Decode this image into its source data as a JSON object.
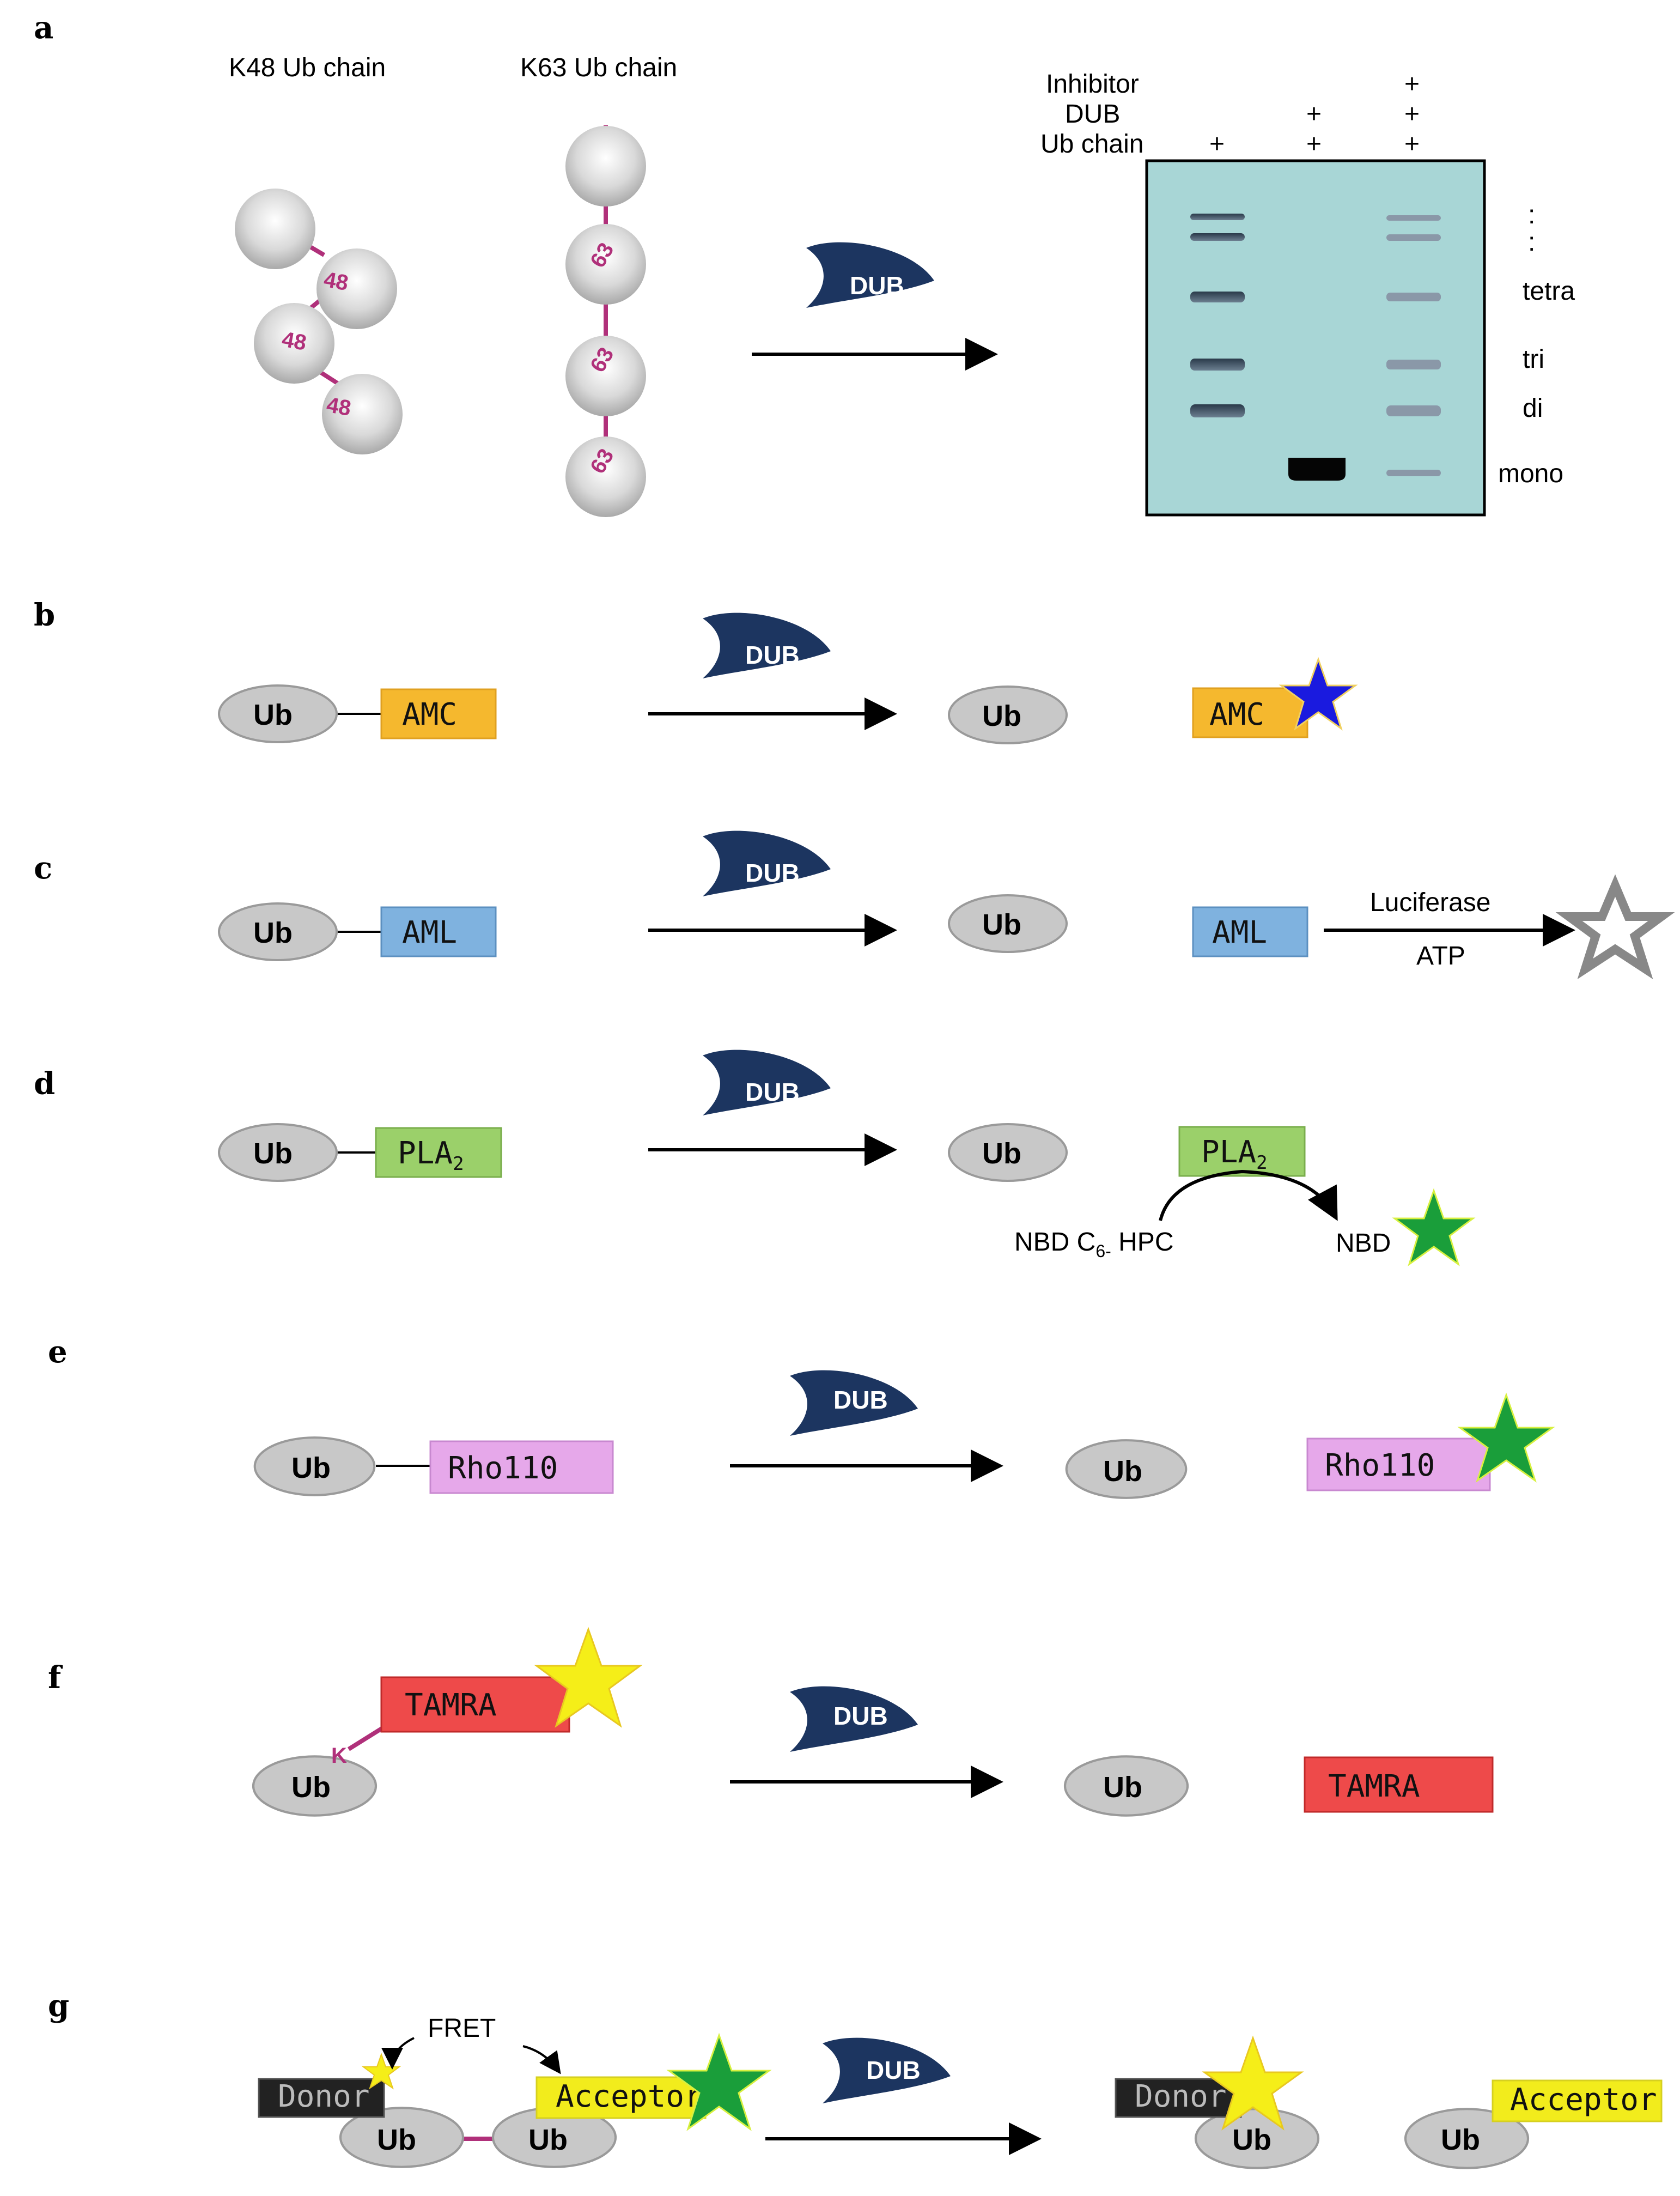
{
  "panels": {
    "a": {
      "label": "a",
      "k48_title": "K48 Ub chain",
      "k63_title": "K63 Ub chain",
      "k48_link": "48",
      "k63_link": "63",
      "dub": "DUB",
      "gel": {
        "row_labels": [
          "Inhibitor",
          "DUB",
          "Ub chain"
        ],
        "lane1": [
          "",
          "",
          "+"
        ],
        "lane2": [
          "",
          "+",
          "+"
        ],
        "lane3": [
          "+",
          "+",
          "+"
        ],
        "band_labels": [
          "tetra",
          "tri",
          "di",
          "mono"
        ],
        "ellipsis": ":"
      }
    },
    "b": {
      "label": "b",
      "ub": "Ub",
      "tag": "AMC",
      "dub": "DUB"
    },
    "c": {
      "label": "c",
      "ub": "Ub",
      "tag": "AML",
      "dub": "DUB",
      "enzyme": "Luciferase",
      "cofactor": "ATP"
    },
    "d": {
      "label": "d",
      "ub": "Ub",
      "tag": "PLA",
      "tag_sub": "2",
      "dub": "DUB",
      "substrate": "NBD C",
      "substrate_sub": "6-",
      "substrate_rest": " HPC",
      "product": "NBD"
    },
    "e": {
      "label": "e",
      "ub": "Ub",
      "tag": "Rho110",
      "dub": "DUB"
    },
    "f": {
      "label": "f",
      "ub": "Ub",
      "tag": "TAMRA",
      "dub": "DUB",
      "k": "K"
    },
    "g": {
      "label": "g",
      "ub": "Ub",
      "donor": "Donor",
      "acceptor": "Acceptor",
      "fret": "FRET",
      "dub": "DUB"
    }
  },
  "colors": {
    "dub": "#1c3560",
    "ub_grey": "#c8c8c8",
    "amc": "#f5b82e",
    "aml": "#7fb2df",
    "pla2": "#9bd06a",
    "rho110": "#e6a8ea",
    "tamra": "#ee4a4a",
    "acceptor": "#f2ec1c",
    "donor": "#222222",
    "gel": "#a8d6d6",
    "linker": "#b0307a",
    "star_blue": "#1a1adf",
    "star_green": "#1a9e3a",
    "star_yellow": "#f5ee18",
    "star_grey": "#888888"
  }
}
